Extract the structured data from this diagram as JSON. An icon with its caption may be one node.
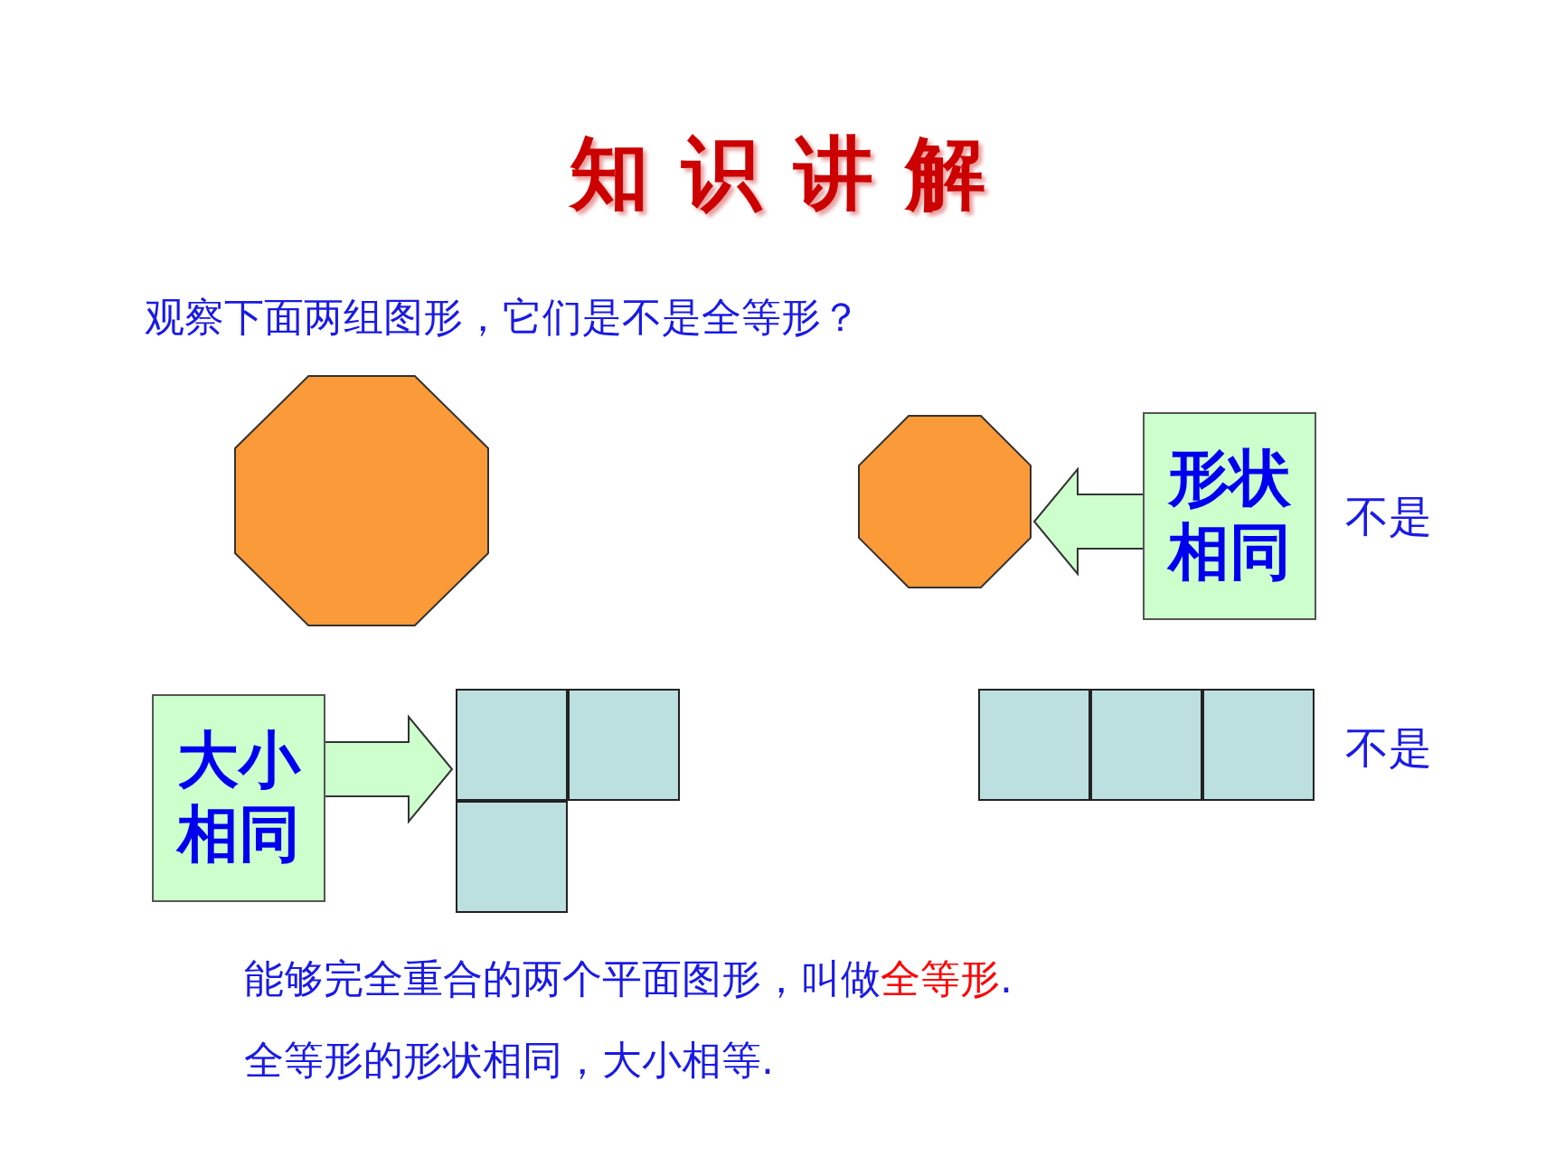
{
  "diagram": {
    "title": "知识讲解",
    "nodes": [
      {
        "text": [],
        "shape": "octagon"
      },
      {
        "text": [],
        "shape": "octagon"
      },
      {
        "text": [
          "形状相同"
        ]
      },
      {
        "text": [
          "大小相同"
        ]
      },
      {
        "text": [],
        "shape": "squares"
      },
      {
        "text": [],
        "shape": "squares"
      }
    ],
    "edges": [
      {
        "from": 2,
        "to": 1,
        "arrow": "to"
      },
      {
        "from": 3,
        "to": 4,
        "arrow": "to"
      }
    ],
    "labels": [
      "观察下面两组图形，它们是不是全等形？",
      "不是",
      "不是",
      "能够完全重合的两个平面图形，叫做**全等形**.",
      "全等形的形状相同，大小相等."
    ]
  }
}
